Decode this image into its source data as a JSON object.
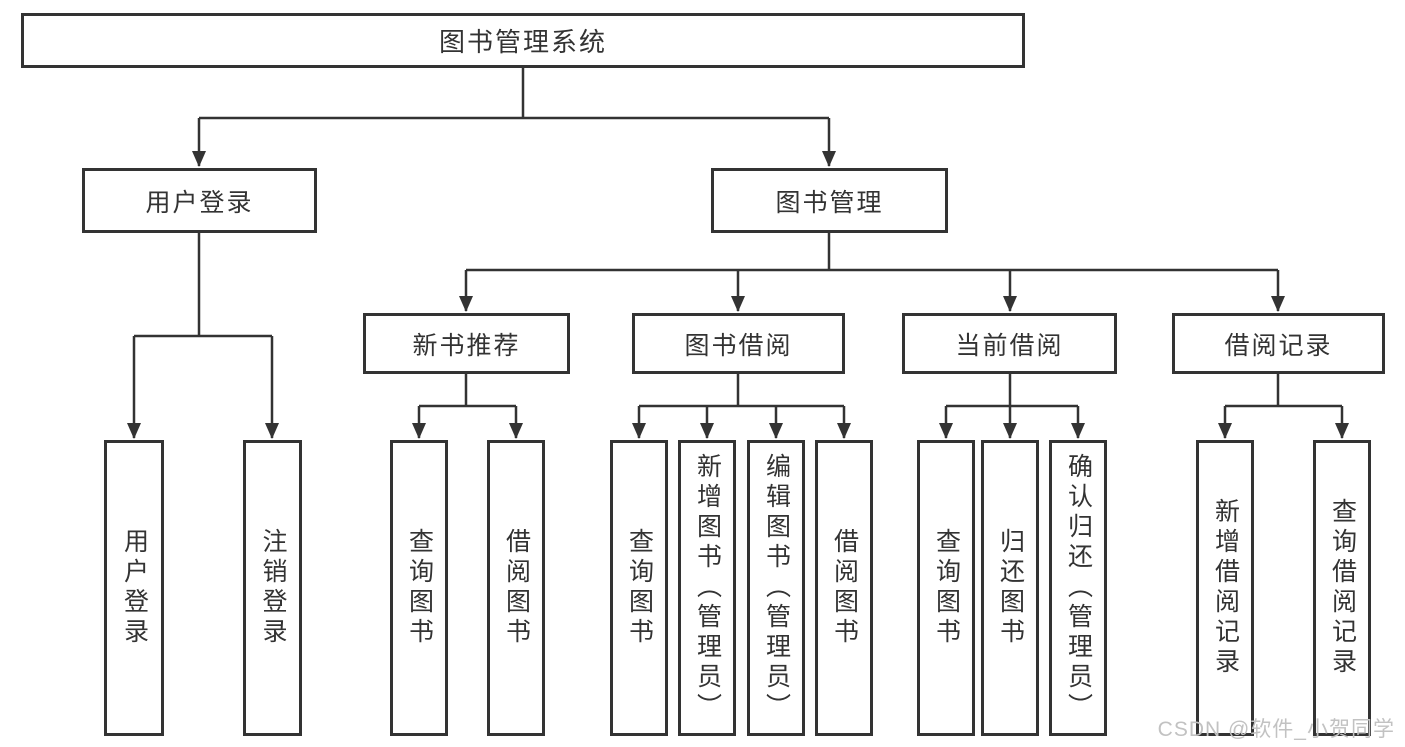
{
  "title": {
    "label": "图书管理系统"
  },
  "branches": [
    {
      "label": "用户登录",
      "children": [
        {
          "label": "用户登录"
        },
        {
          "label": "注销登录"
        }
      ]
    },
    {
      "label": "图书管理",
      "children": [
        {
          "label": "新书推荐",
          "children": [
            {
              "label": "查询图书"
            },
            {
              "label": "借阅图书"
            }
          ]
        },
        {
          "label": "图书借阅",
          "children": [
            {
              "label": "查询图书"
            },
            {
              "label": "新增图书（管理员）"
            },
            {
              "label": "编辑图书（管理员）"
            },
            {
              "label": "借阅图书"
            }
          ]
        },
        {
          "label": "当前借阅",
          "children": [
            {
              "label": "查询图书"
            },
            {
              "label": "归还图书"
            },
            {
              "label": "确认归还（管理员）"
            }
          ]
        },
        {
          "label": "借阅记录",
          "children": [
            {
              "label": "新增借阅记录"
            },
            {
              "label": "查询借阅记录"
            }
          ]
        }
      ]
    }
  ],
  "watermark": {
    "text": "CSDN @软件_小贺同学"
  },
  "colors": {
    "line": "#333333",
    "text": "#333333",
    "background": "#ffffff",
    "watermark": "#c2c2c2"
  }
}
